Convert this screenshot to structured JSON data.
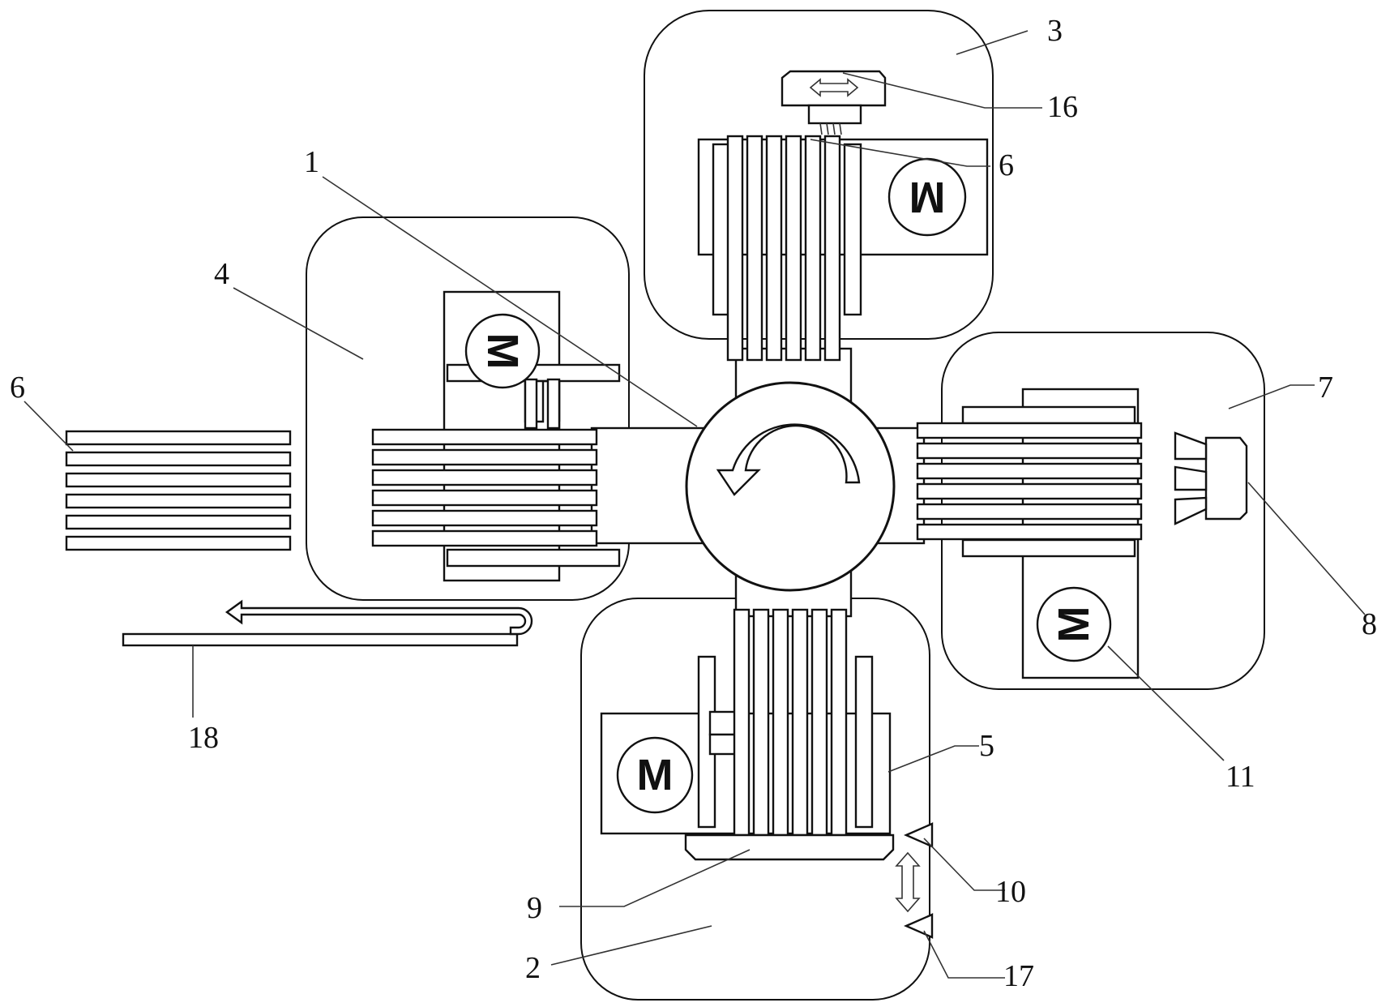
{
  "motor_symbol": "M",
  "stations": [
    {
      "id": "st-3",
      "label": "3"
    },
    {
      "id": "st-4",
      "label": "4"
    },
    {
      "id": "st-7",
      "label": "7"
    },
    {
      "id": "st-2",
      "label": "2"
    }
  ],
  "callouts": {
    "c1": "1",
    "c2": "2",
    "c3": "3",
    "c4": "4",
    "c5": "5",
    "c6_top": "6",
    "c6_left": "6",
    "c7": "7",
    "c8": "8",
    "c9": "9",
    "c10": "10",
    "c11": "11",
    "c16": "16",
    "c17": "17",
    "c18": "18"
  },
  "colors": {
    "line": "#111111",
    "background": "#ffffff"
  }
}
